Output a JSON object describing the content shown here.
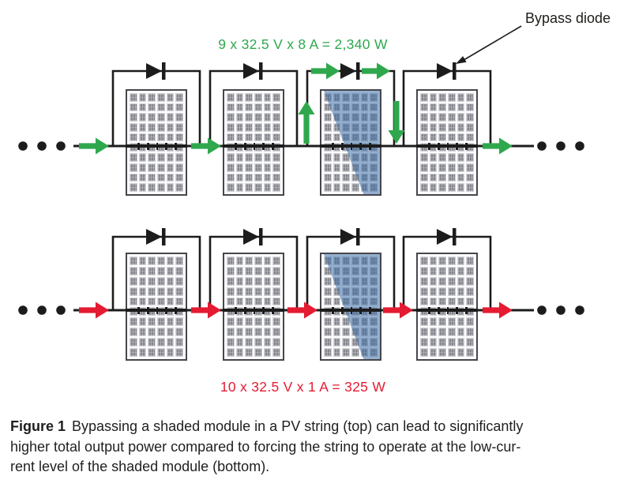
{
  "figure": {
    "annotation": {
      "bypass_diode_label": "Bypass diode"
    },
    "top_string": {
      "description": "bypassed shaded module string",
      "formula": "9 x 32.5 V x 8 A = 2,340 W",
      "arrow_color": "#2fa84d",
      "module_count": 4,
      "shaded_module": 3
    },
    "bottom_string": {
      "description": "current-limited string",
      "formula": "10 x 32.5 V x 1 A = 325 W",
      "arrow_color": "#e41b32",
      "module_count": 4,
      "shaded_module": 3
    },
    "module": {
      "cell_rows": 10,
      "cell_cols": 6,
      "cell_color": "#86868e",
      "frame_color": "#46464c",
      "wire_color": "#1c1c1c",
      "shade_color": "rgba(62,110,165,0.55)"
    },
    "caption": {
      "label": "Figure 1",
      "line1": "Bypassing a shaded module in a PV string (top) can lead to significantly",
      "line2": "higher total output power compared to forcing the string to operate at the low-cur-",
      "line3": "rent level of the shaded module (bottom)."
    }
  }
}
